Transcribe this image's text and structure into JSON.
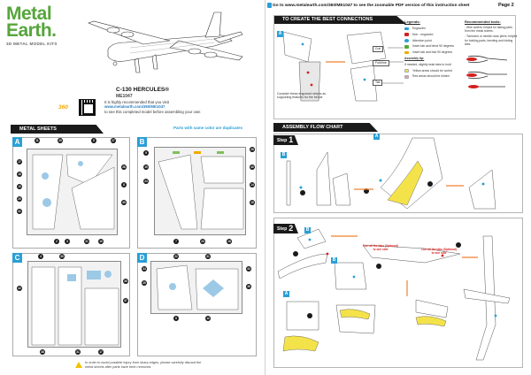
{
  "brand": {
    "name": "Metal Earth.",
    "subtitle": "3D METAL MODEL KITS"
  },
  "model": {
    "title": "C-130 HERCULES®",
    "code": "ME1047"
  },
  "info": {
    "badge": "360",
    "line1": "It is highly recommended that you visit",
    "url": "www.metalearth.com/360/ME1047",
    "line2": "to see this completed model before assembling your own"
  },
  "left": {
    "metal_sheets_header": "METAL SHEETS",
    "dup_note": "Parts with same color are duplicates",
    "sheets": [
      "A",
      "B",
      "C",
      "D"
    ],
    "footnote": "In order to avoid possible injury from sharp edges, please carefully discard the metal sheets after parts have been removed."
  },
  "right": {
    "page_label": "Page 2",
    "go_text": "Go to www.metalearth.com/360/ME1047 to see the zoomable PDF version of this instruction sheet",
    "connections_header": "TO CREATE THE BEST CONNECTIONS",
    "legend_title": "Legends:",
    "legend": [
      {
        "label": "Engraved",
        "color": "#2a9fd6"
      },
      {
        "label": "Non - engraved",
        "color": "#d32020"
      },
      {
        "label": "Attention point",
        "color": "#2a9fd6"
      },
      {
        "label": "Insert tab and bend 90 degrees",
        "color": "#56a63a"
      },
      {
        "label": "Insert tab and fold 90 degrees",
        "color": "#f2a900"
      },
      {
        "label": "Assembly tip:",
        "color": "#ffffff"
      },
      {
        "label": "If needed, slightly twist tabs to hold",
        "color": "#ffffff"
      },
      {
        "label": "Yellow areas should be curled",
        "color": "#f4e24a"
      },
      {
        "label": "Red areas should be folded",
        "color": "#f0a0a0"
      }
    ],
    "tools_title": "Recommended tools:",
    "tools": [
      "- Wire cutters: helpful for taking parts from the metal sheets.",
      "- Tweezers or needle nose pliers: helpful for holding parts, bending and folding tabs."
    ],
    "consider_text": "Consider these engraved stripes as supporting features for the bends",
    "tags": [
      "Curl",
      "Fold line",
      "Tab"
    ],
    "flow_header": "ASSEMBLY FLOW CHART",
    "step1_label": "Step",
    "step1_num": "1",
    "step2_label": "Step",
    "step2_num": "2",
    "callout1": "Curl all the tabs (Optional) to one side",
    "callout2": "Curl all the tabs (Optional) to one side",
    "step_letters": [
      "A",
      "B",
      "A",
      "B",
      "A",
      "B"
    ]
  },
  "colors": {
    "brand_green": "#56a63a",
    "accent_blue": "#2a9fd6",
    "header_black": "#1a1a1a",
    "highlight_yellow": "#f4e24a"
  }
}
